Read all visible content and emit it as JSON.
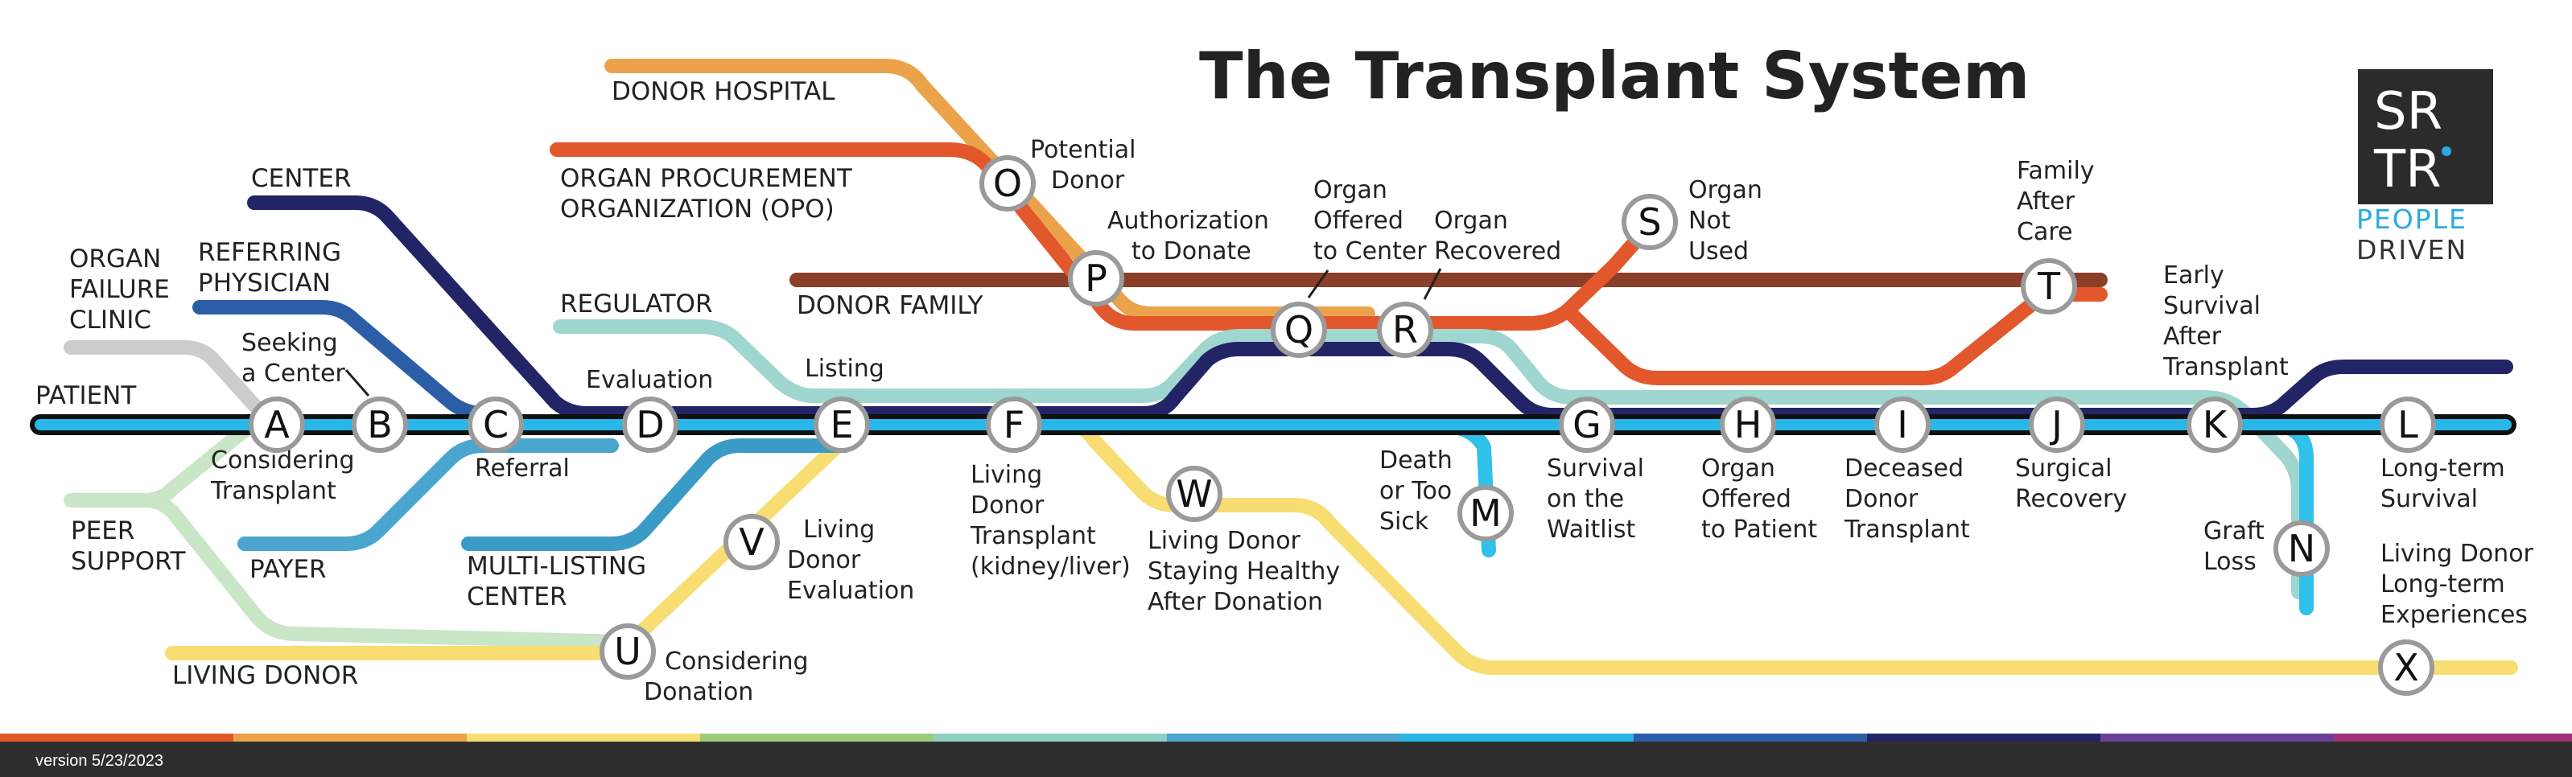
{
  "title": "The Transplant System",
  "logo": {
    "line1": "SR",
    "line2": "TR",
    "tagline1": "PEOPLE",
    "tagline2": "DRIVEN"
  },
  "version": "version 5/23/2023",
  "lines": {
    "patient": "PATIENT",
    "organ_failure_clinic": [
      "ORGAN",
      "FAILURE",
      "CLINIC"
    ],
    "referring_physician": [
      "REFERRING",
      "PHYSICIAN"
    ],
    "center": "CENTER",
    "regulator": "REGULATOR",
    "payer": "PAYER",
    "multi_listing_center": [
      "MULTI-LISTING",
      "CENTER"
    ],
    "peer_support": [
      "PEER",
      "SUPPORT"
    ],
    "living_donor": "LIVING DONOR",
    "donor_hospital": "DONOR HOSPITAL",
    "opo": [
      "ORGAN PROCUREMENT",
      "ORGANIZATION (OPO)"
    ],
    "donor_family": "DONOR FAMILY"
  },
  "stations": {
    "A": {
      "letter": "A",
      "caption": [
        "Considering",
        "Transplant"
      ]
    },
    "B": {
      "letter": "B",
      "caption": [
        "Seeking",
        "a Center"
      ]
    },
    "C": {
      "letter": "C",
      "caption": [
        "Referral"
      ]
    },
    "D": {
      "letter": "D",
      "caption": [
        "Evaluation"
      ]
    },
    "E": {
      "letter": "E",
      "caption": [
        "Listing"
      ]
    },
    "F": {
      "letter": "F",
      "caption": [
        "Living",
        "Donor",
        "Transplant",
        "(kidney/liver)"
      ]
    },
    "G": {
      "letter": "G",
      "caption": [
        "Survival",
        "on the",
        "Waitlist"
      ]
    },
    "H": {
      "letter": "H",
      "caption": [
        "Organ",
        "Offered",
        "to Patient"
      ]
    },
    "I": {
      "letter": "I",
      "caption": [
        "Deceased",
        "Donor",
        "Transplant"
      ]
    },
    "J": {
      "letter": "J",
      "caption": [
        "Surgical",
        "Recovery"
      ]
    },
    "K": {
      "letter": "K",
      "caption": [
        "Early",
        "Survival",
        "After",
        "Transplant"
      ]
    },
    "L": {
      "letter": "L",
      "caption": [
        "Long-term",
        "Survival"
      ]
    },
    "M": {
      "letter": "M",
      "caption": [
        "Death",
        "or Too",
        "Sick"
      ]
    },
    "N": {
      "letter": "N",
      "caption": [
        "Graft",
        "Loss"
      ]
    },
    "O": {
      "letter": "O",
      "caption": [
        "Potential",
        "Donor"
      ]
    },
    "P": {
      "letter": "P",
      "caption": [
        "Authorization",
        "to Donate"
      ]
    },
    "Q": {
      "letter": "Q",
      "caption": [
        "Organ",
        "Offered",
        "to Center"
      ]
    },
    "R": {
      "letter": "R",
      "caption": [
        "Organ",
        "Recovered"
      ]
    },
    "S": {
      "letter": "S",
      "caption": [
        "Organ",
        "Not",
        "Used"
      ]
    },
    "T": {
      "letter": "T",
      "caption": [
        "Family",
        "After",
        "Care"
      ]
    },
    "U": {
      "letter": "U",
      "caption": [
        "Considering",
        "Donation"
      ]
    },
    "V": {
      "letter": "V",
      "caption": [
        "Living",
        "Donor",
        "Evaluation"
      ]
    },
    "W": {
      "letter": "W",
      "caption": [
        "Living Donor",
        "Staying Healthy",
        "After Donation"
      ]
    },
    "X": {
      "letter": "X",
      "caption": [
        "Living Donor",
        "Long-term",
        "Experiences"
      ]
    }
  },
  "colors": {
    "patient": "#29b6e8",
    "center": "#232466",
    "regulator": "#9fd6cf",
    "referring": "#2c5ea8",
    "payer": "#4aa6cf",
    "peer": "#c9e6c6",
    "clinic": "#cccccc",
    "living_donor": "#f7dd72",
    "donor_hospital": "#eba24a",
    "opo": "#e2582c",
    "donor_family": "#8b3e28",
    "loss": "#2fc1ea",
    "footer": "#2e2e2e"
  }
}
